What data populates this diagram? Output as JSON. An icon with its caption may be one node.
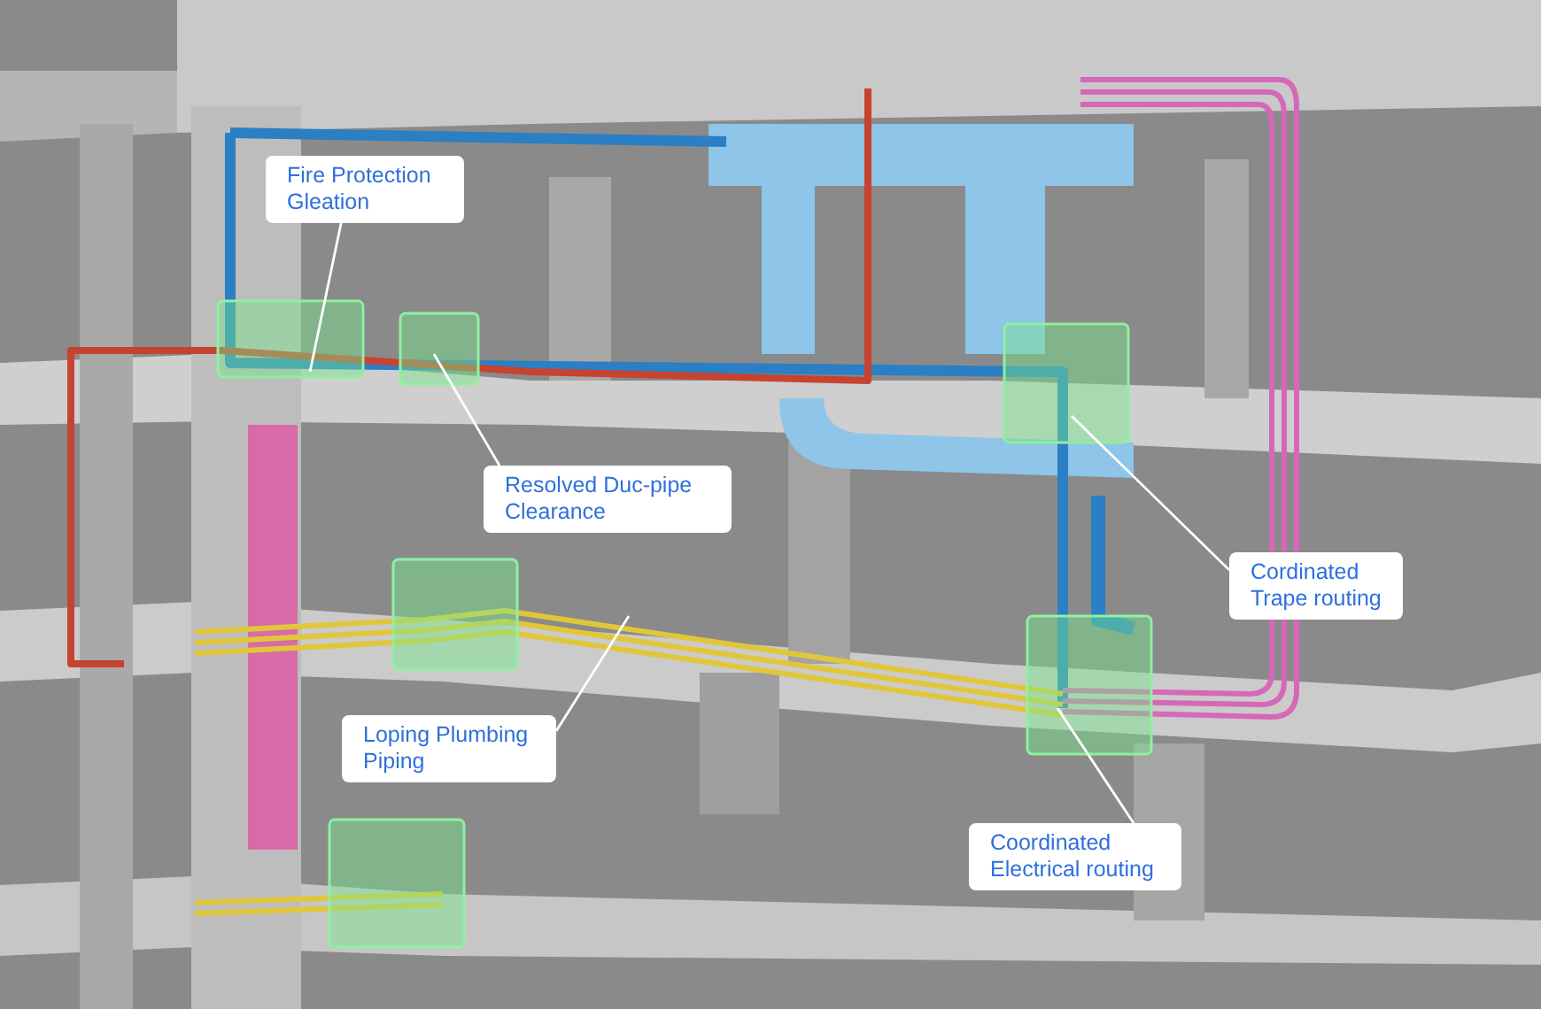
{
  "diagram": {
    "nodes": [
      {
        "text": [
          "Fire Protection Gleation"
        ]
      },
      {
        "text": [
          "Resolved Duc-pipe Clearance"
        ]
      },
      {
        "text": [
          "Cordinated Trape routing"
        ]
      },
      {
        "text": [
          "Loping Plumbing Piping"
        ]
      },
      {
        "text": [
          "Coordinated Electrical routing"
        ]
      }
    ],
    "edges": [
      {
        "from": 0,
        "to": null,
        "arrow": "none"
      },
      {
        "from": 1,
        "to": null,
        "arrow": "none"
      },
      {
        "from": 2,
        "to": null,
        "arrow": "none"
      },
      {
        "from": 3,
        "to": null,
        "arrow": "none"
      },
      {
        "from": 4,
        "to": null,
        "arrow": "none"
      }
    ]
  }
}
